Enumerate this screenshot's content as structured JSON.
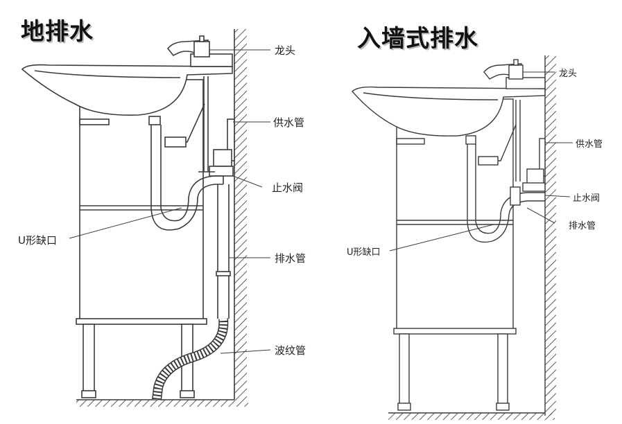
{
  "left_panel": {
    "title": "地排水",
    "labels": {
      "faucet": "龙头",
      "supply_pipe": "供水管",
      "stop_valve": "止水阀",
      "u_bend": "U形缺口",
      "drain_pipe": "排水管",
      "corrugated_pipe": "波纹管"
    }
  },
  "right_panel": {
    "title": "入墙式排水",
    "labels": {
      "faucet": "龙头",
      "supply_pipe": "供水管",
      "stop_valve": "止水阀",
      "drain_pipe": "排水管",
      "u_bend": "U形缺口"
    }
  },
  "colors": {
    "line": "#3a3a3a",
    "fill": "#ffffff"
  }
}
